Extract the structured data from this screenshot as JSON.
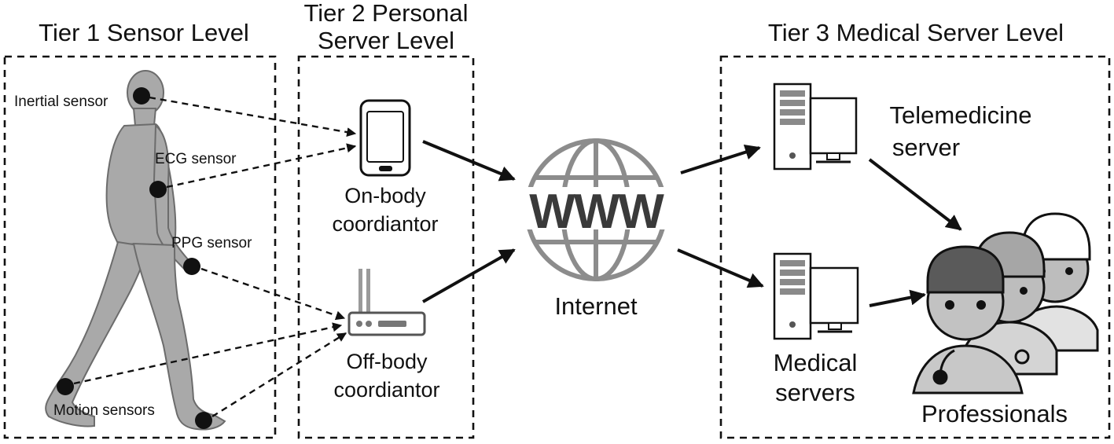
{
  "tiers": {
    "tier1_title": "Tier 1 Sensor Level",
    "tier2_title_line1": "Tier 2 Personal",
    "tier2_title_line2": "Server Level",
    "tier3_title": "Tier 3 Medical Server Level"
  },
  "sensors": {
    "inertial": "Inertial sensor",
    "ecg": "ECG sensor",
    "ppg": "PPG sensor",
    "motion": "Motion sensors"
  },
  "coordinators": {
    "on_body_line1": "On-body",
    "on_body_line2": "coordiantor",
    "off_body_line1": "Off-body",
    "off_body_line2": "coordiantor"
  },
  "internet": {
    "logo_text": "WWW",
    "label": "Internet"
  },
  "servers": {
    "telemedicine_line1": "Telemedicine",
    "telemedicine_line2": "server",
    "medical_line1": "Medical",
    "medical_line2": "servers"
  },
  "professionals": {
    "label": "Professionals"
  }
}
